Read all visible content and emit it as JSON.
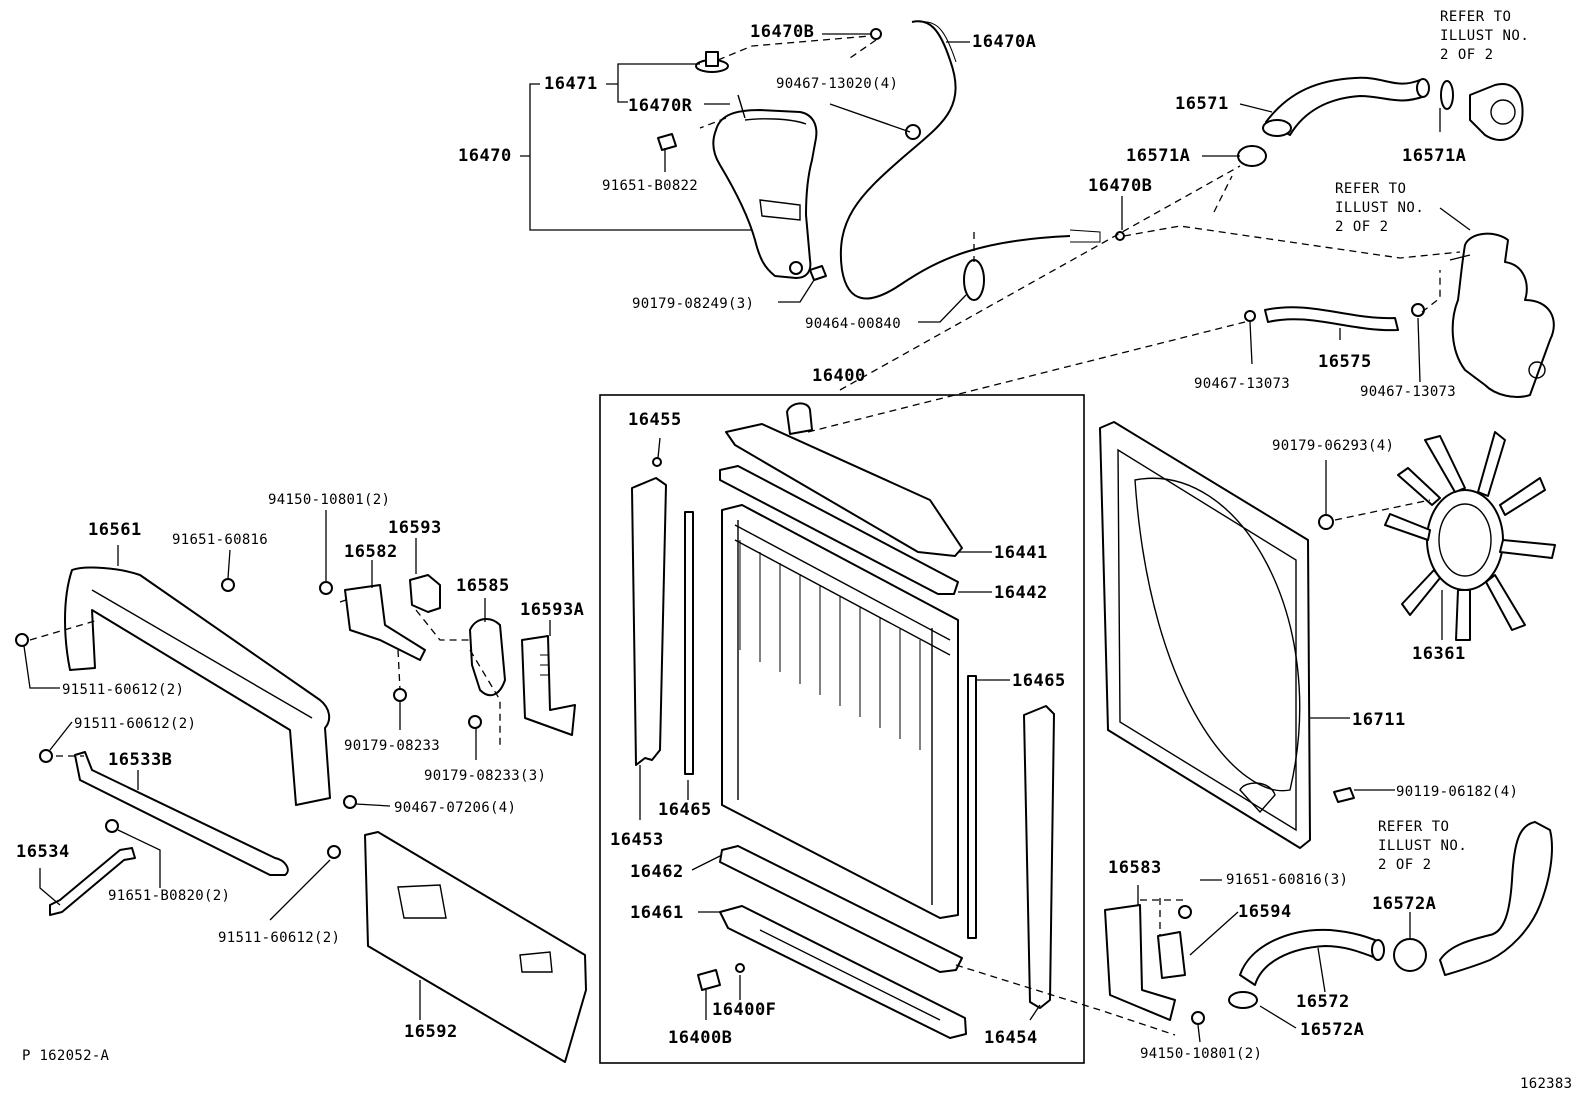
{
  "diagram": {
    "labels": {
      "p16470B_top": "16470B",
      "p16470A": "16470A",
      "p16471": "16471",
      "p16470R": "16470R",
      "p16470": "16470",
      "p90467_13020": "90467-13020(4)",
      "p91651_B0822": "91651-B0822",
      "p90179_08249": "90179-08249(3)",
      "p90464_00840": "90464-00840",
      "p16470B_mid": "16470B",
      "p16571": "16571",
      "p16571A_left": "16571A",
      "p16571A_right": "16571A",
      "p16575": "16575",
      "p90467_13073_a": "90467-13073",
      "p90467_13073_b": "90467-13073",
      "p16400": "16400",
      "p16455": "16455",
      "p16441": "16441",
      "p16442": "16442",
      "p16465_right": "16465",
      "p16465_left": "16465",
      "p16453": "16453",
      "p16462": "16462",
      "p16461": "16461",
      "p16400F": "16400F",
      "p16400B": "16400B",
      "p16454": "16454",
      "p90179_06293": "90179-06293(4)",
      "p16361": "16361",
      "p16711": "16711",
      "p90119_06182": "90119-06182(4)",
      "p16583": "16583",
      "p91651_60816_3": "91651-60816(3)",
      "p16594": "16594",
      "p16572A_top": "16572A",
      "p16572": "16572",
      "p16572A_bottom": "16572A",
      "p94150_10801_bottom": "94150-10801(2)",
      "p16561": "16561",
      "p91651_60816": "91651-60816",
      "p94150_10801_top": "94150-10801(2)",
      "p16593": "16593",
      "p16582": "16582",
      "p16585": "16585",
      "p16593A": "16593A",
      "p91511_60612_a": "91511-60612(2)",
      "p91511_60612_b": "91511-60612(2)",
      "p16533B": "16533B",
      "p90179_08233": "90179-08233",
      "p90179_08233_3": "90179-08233(3)",
      "p90467_07206": "90467-07206(4)",
      "p16534": "16534",
      "p91651_B0820": "91651-B0820(2)",
      "p91511_60612_c": "91511-60612(2)",
      "p16592": "16592"
    },
    "notes": {
      "refer_1": "REFER TO\nILLUST NO.\n2 OF 2",
      "refer_2": "REFER TO\nILLUST NO.\n2 OF 2",
      "refer_3": "REFER TO\nILLUST NO.\n2 OF 2"
    },
    "footer": {
      "left_code": "P 162052-A",
      "right_code": "162383"
    }
  }
}
